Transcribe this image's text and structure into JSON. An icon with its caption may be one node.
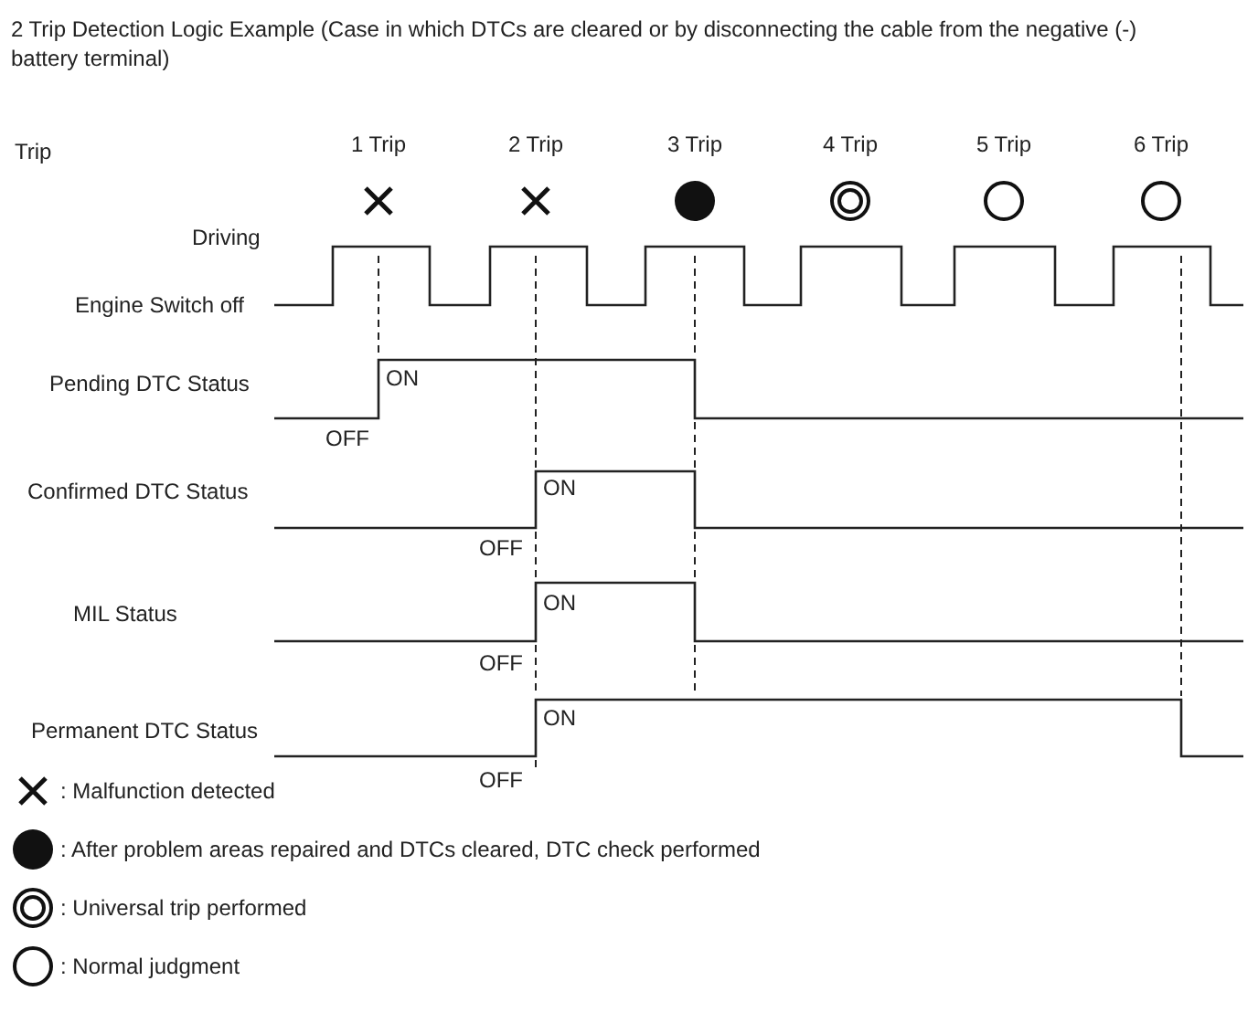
{
  "diagram": {
    "title": "2 Trip Detection Logic Example (Case in which DTCs are cleared or by disconnecting the cable from the negative (-) battery terminal)",
    "labels": [
      "Trip",
      "1 Trip",
      "2 Trip",
      "3 Trip",
      "4 Trip",
      "5 Trip",
      "6 Trip",
      "Driving",
      "Engine Switch off",
      "Pending DTC Status",
      "ON",
      "OFF",
      "Confirmed DTC Status",
      "ON",
      "OFF",
      "MIL Status",
      "ON",
      "OFF",
      "Permanent DTC Status",
      "ON",
      "OFF"
    ],
    "legend": [
      {
        "text": ": Malfunction detected"
      },
      {
        "text": ": After problem areas repaired and DTCs cleared, DTC check performed"
      },
      {
        "text": ": Universal trip performed"
      },
      {
        "text": ": Normal judgment"
      }
    ]
  }
}
